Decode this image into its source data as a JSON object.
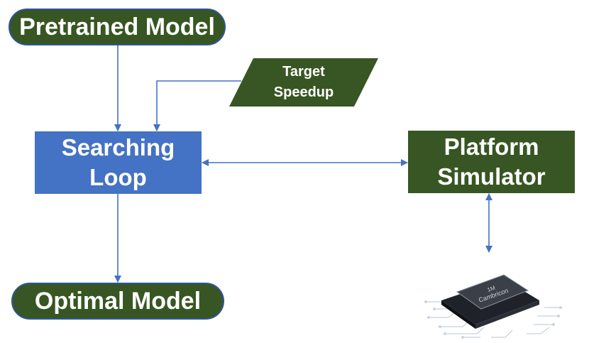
{
  "nodes": {
    "pretrained_model": "Pretrained Model",
    "target_speedup": [
      "Target",
      "Speedup"
    ],
    "searching_loop": [
      "Searching",
      "Loop"
    ],
    "platform_simulator": [
      "Platform",
      "Simulator"
    ],
    "optimal_model": "Optimal Model"
  },
  "chip": {
    "label": [
      "1M",
      "Cambricon"
    ]
  },
  "colors": {
    "dark_green": "#375623",
    "blue": "#4472c4",
    "border_blue": "#2f5597",
    "arrow": "#4472c4"
  }
}
